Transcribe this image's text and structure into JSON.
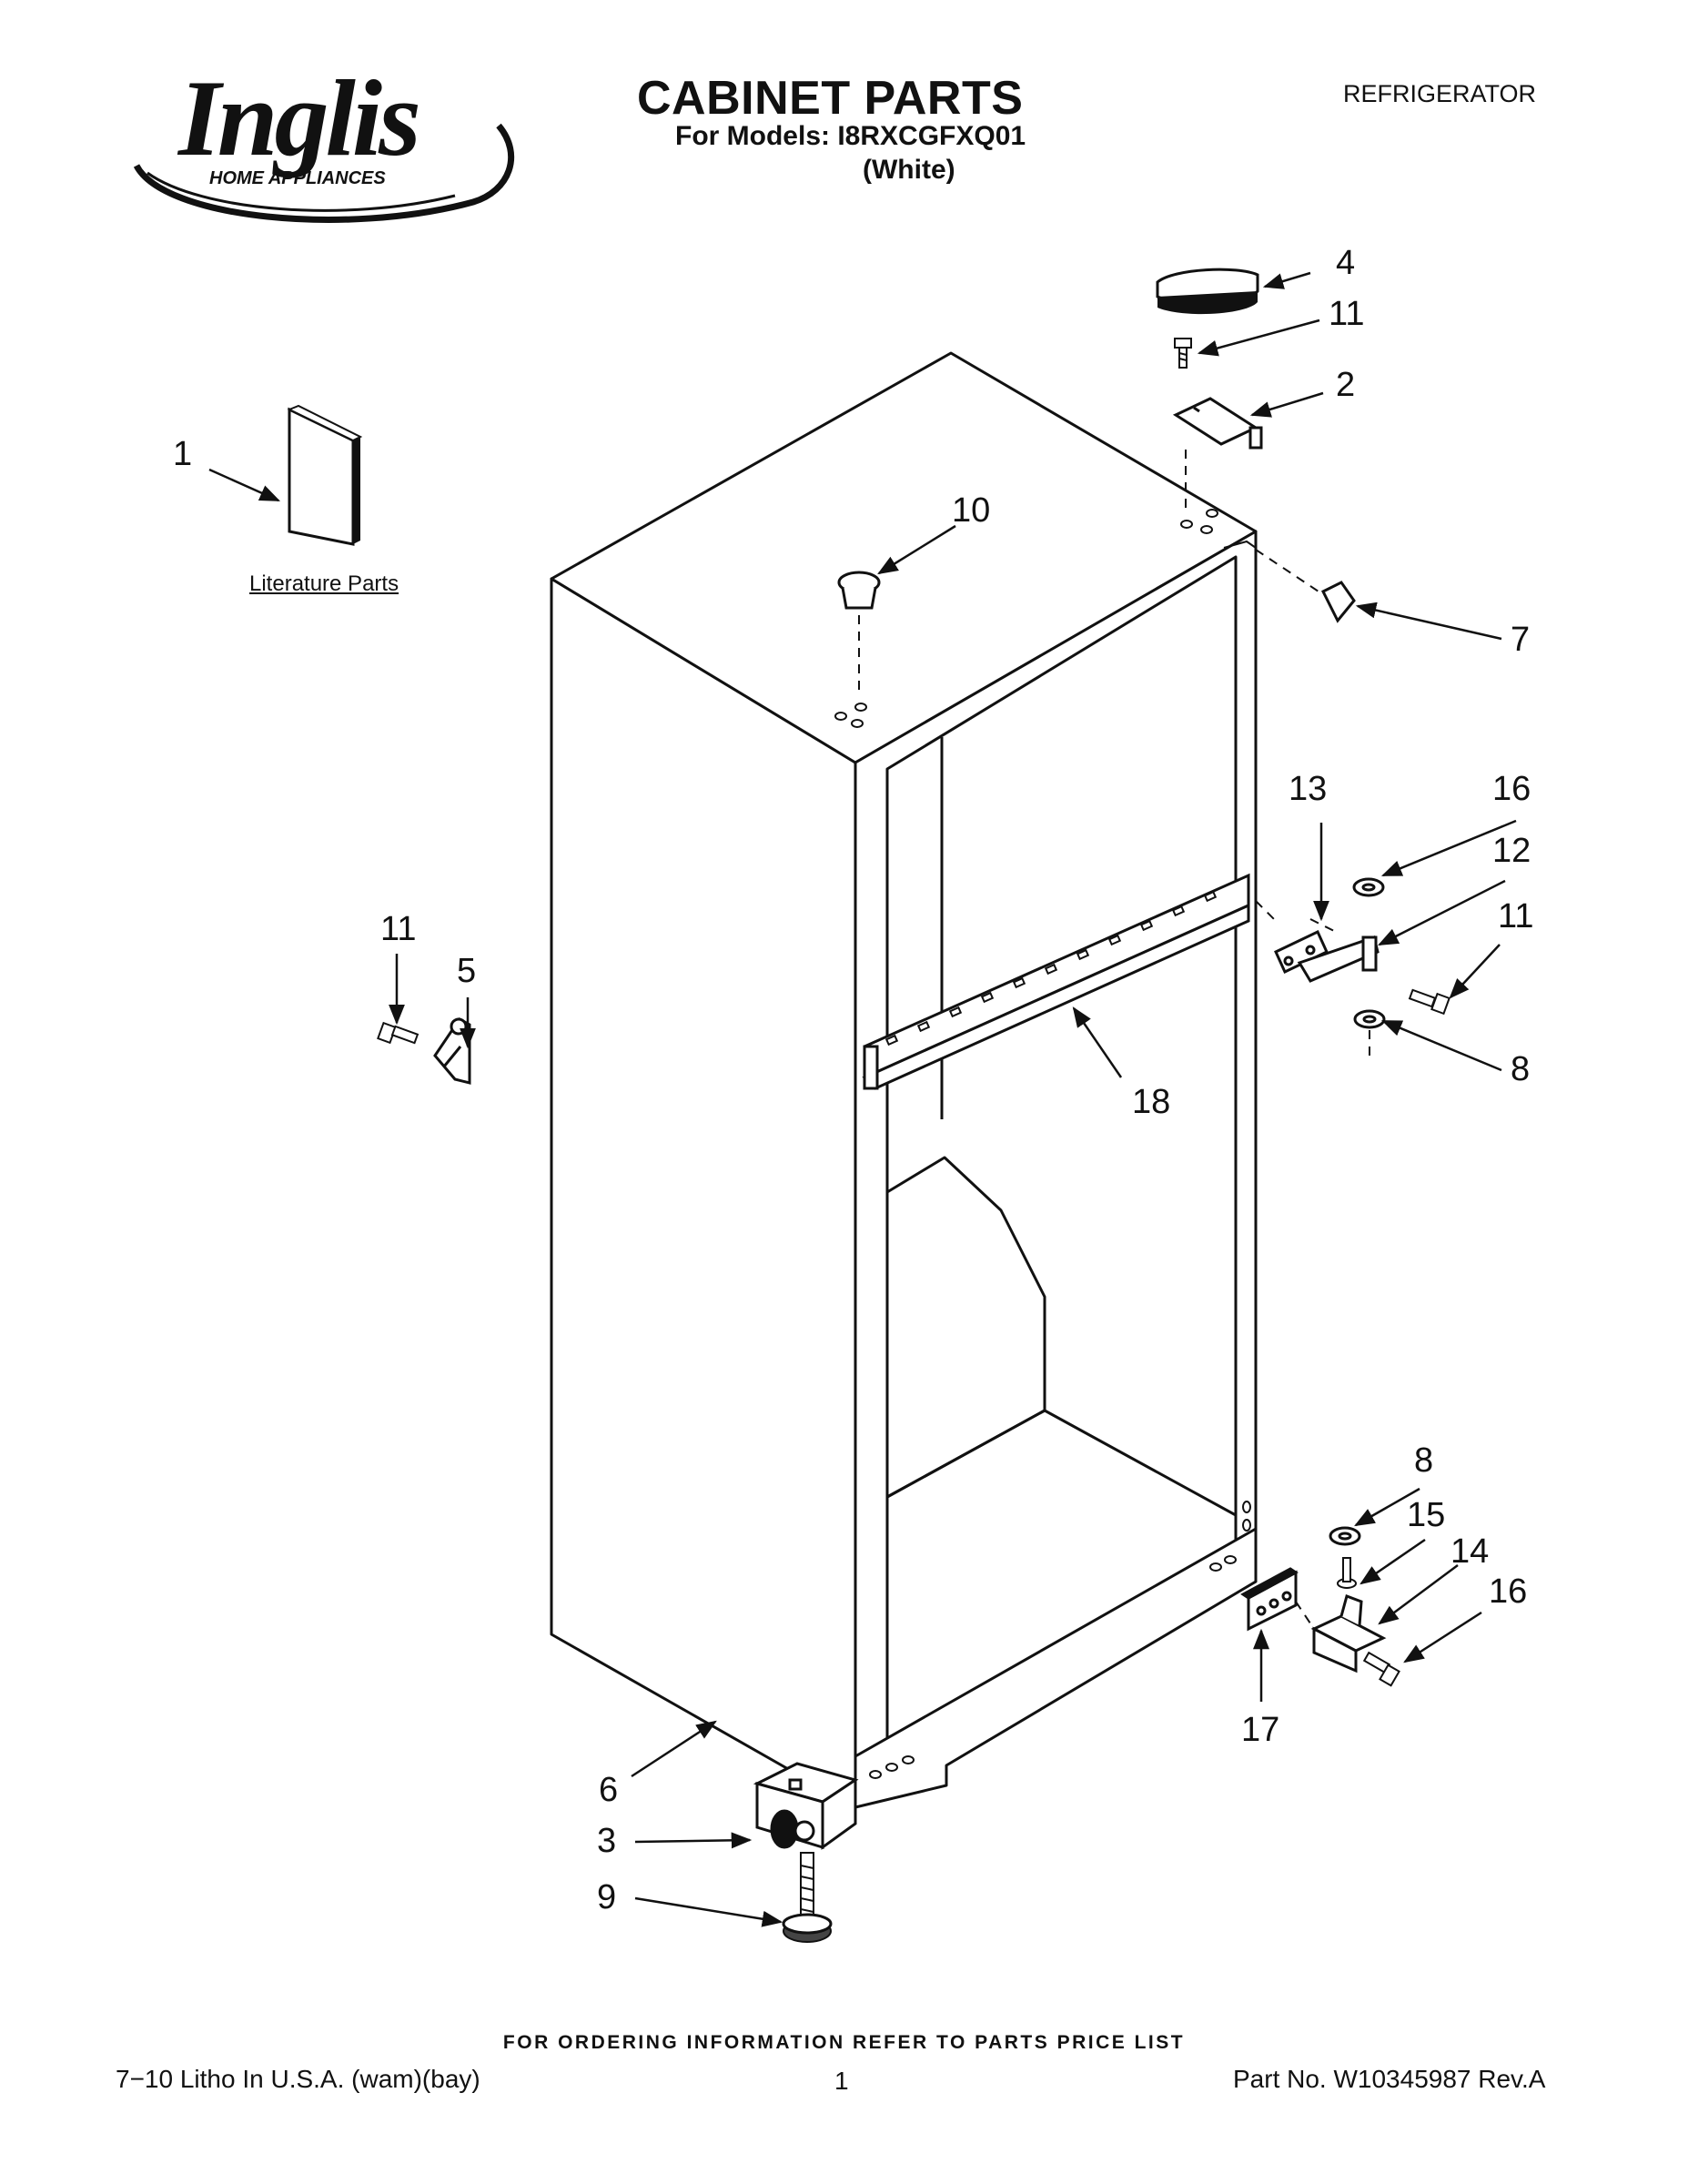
{
  "header": {
    "brand_name": "Inglis",
    "brand_tagline": "HOME APPLIANCES",
    "title": "CABINET PARTS",
    "model_line": "For Models: I8RXCGFXQ01",
    "color_line": "(White)",
    "category": "REFRIGERATOR"
  },
  "diagram": {
    "literature_label": "Literature Parts",
    "callouts": {
      "c1": "1",
      "c2": "2",
      "c3": "3",
      "c4": "4",
      "c5": "5",
      "c6": "6",
      "c7": "7",
      "c8_top": "8",
      "c8_bottom": "8",
      "c9": "9",
      "c10": "10",
      "c11_top": "11",
      "c11_left": "11",
      "c11_hinge": "11",
      "c12": "12",
      "c13": "13",
      "c14": "14",
      "c15": "15",
      "c16_top": "16",
      "c16_bottom": "16",
      "c17": "17",
      "c18": "18"
    }
  },
  "footer": {
    "ordering_note": "FOR ORDERING INFORMATION REFER TO PARTS PRICE LIST",
    "litho": "7−10 Litho In U.S.A. (wam)(bay)",
    "page": "1",
    "part_number": "Part No. W10345987 Rev.A"
  }
}
